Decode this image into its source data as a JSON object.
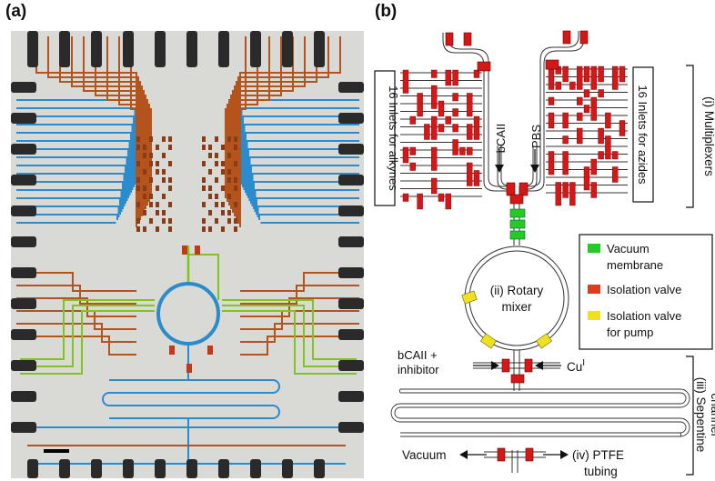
{
  "panel_a": {
    "label": "(a)"
  },
  "panel_b": {
    "label": "(b)",
    "inlets_alkynes": "16 Inlets for alkynes",
    "inlets_azides": "16 Inlets for azides",
    "bcaii": "bCAII",
    "pbs": "PBS",
    "multiplexers": "(i) Multiplexers",
    "rotary_mixer_line1": "(ii) Rotary",
    "rotary_mixer_line2": "mixer",
    "bcaii_inhibitor_line1": "bCAII +",
    "bcaii_inhibitor_line2": "inhibitor",
    "cu_main": "Cu",
    "cu_sup": "I",
    "serpentine_line1": "(iii) Sepentine",
    "serpentine_line2": "channel",
    "vacuum": "Vacuum",
    "ptfe_line1": "(iv) PTFE",
    "ptfe_line2": "tubing",
    "legend": [
      {
        "label_line1": "Vacuum",
        "label_line2": "membrane",
        "color": "#22cc22"
      },
      {
        "label_line1": "Isolation valve",
        "label_line2": "",
        "color": "#e03a20"
      },
      {
        "label_line1": "Isolation valve",
        "label_line2": "for pump",
        "color": "#f0e020"
      }
    ]
  },
  "colors": {
    "valve": "#d41818",
    "control_line_orange": "#b5531c",
    "flow_blue": "#2a8ccc",
    "flow_green": "#7ec51c"
  }
}
